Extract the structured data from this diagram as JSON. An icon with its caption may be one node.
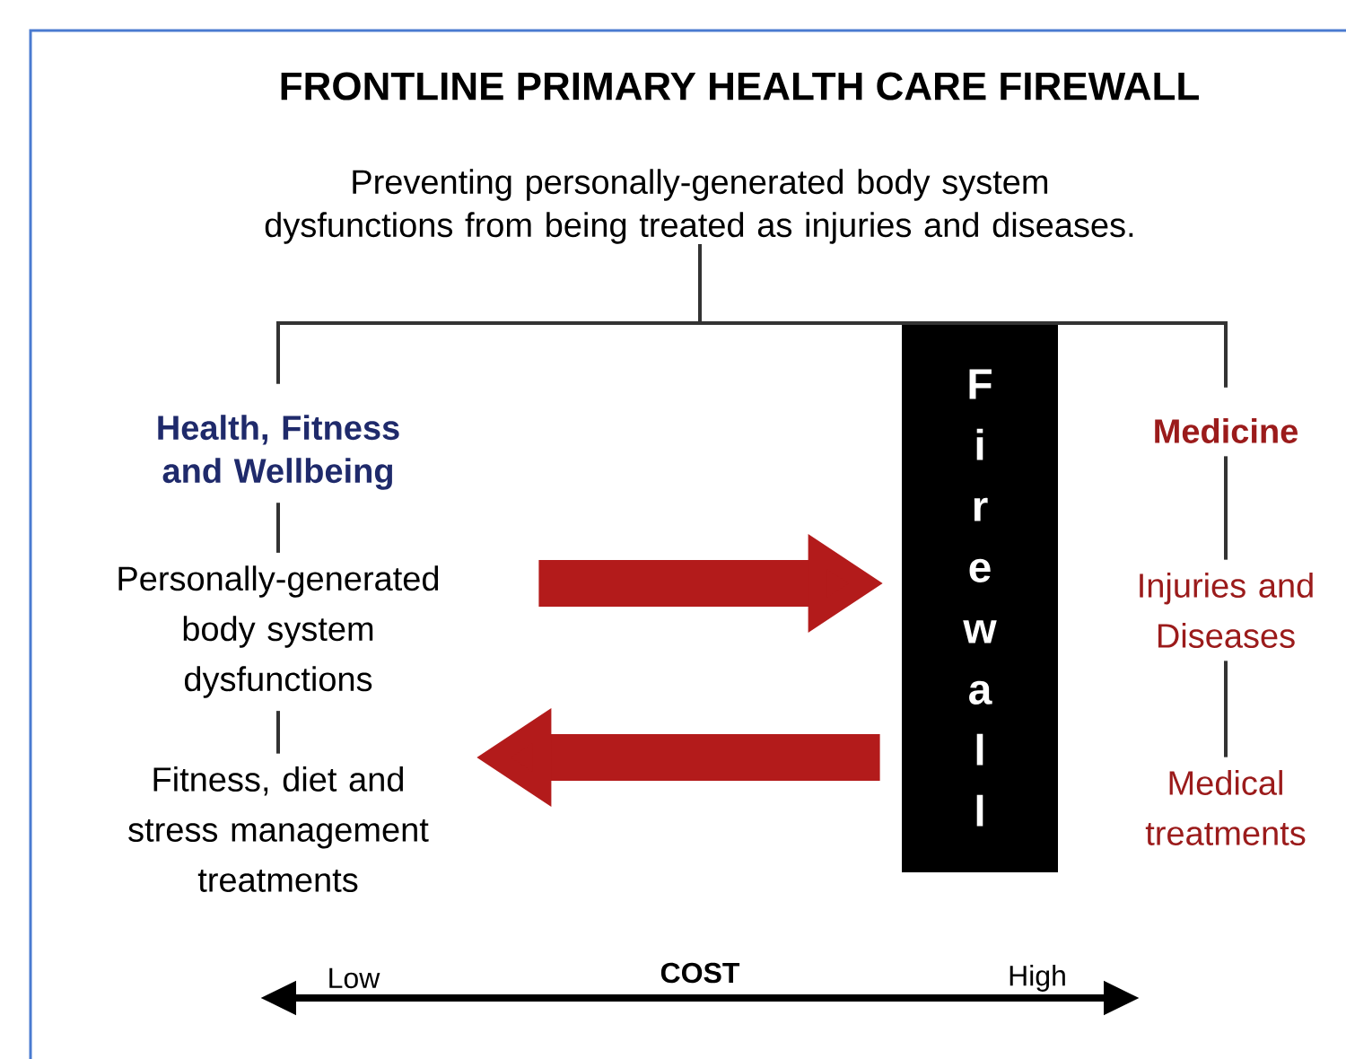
{
  "diagram": {
    "title": "FRONTLINE PRIMARY HEALTH CARE FIREWALL",
    "nodes": [
      {
        "text": [
          "Preventing personally-generated body system dysfunctions from being treated as injuries and diseases."
        ]
      },
      {
        "text": [
          "Health, Fitness and Wellbeing"
        ]
      },
      {
        "text": [
          "Personally-generated body system dysfunctions"
        ]
      },
      {
        "text": [
          "Fitness, diet and stress management treatments"
        ]
      },
      {
        "text": [
          "Firewall"
        ]
      },
      {
        "text": [
          "Medicine"
        ]
      },
      {
        "text": [
          "Injuries and Diseases"
        ]
      },
      {
        "text": [
          "Medical treatments"
        ]
      }
    ],
    "edges": [
      {
        "from": 0,
        "to": 1,
        "arrow": "none"
      },
      {
        "from": 0,
        "to": 5,
        "arrow": "none"
      },
      {
        "from": 1,
        "to": 2,
        "arrow": "none"
      },
      {
        "from": 2,
        "to": 3,
        "arrow": "none"
      },
      {
        "from": 5,
        "to": 6,
        "arrow": "none"
      },
      {
        "from": 6,
        "to": 7,
        "arrow": "none"
      },
      {
        "from": 2,
        "to": 4,
        "arrow": "to",
        "style": "thick",
        "color": "#b31b1b"
      },
      {
        "from": 4,
        "to": 3,
        "arrow": "to",
        "style": "thick",
        "color": "#b31b1b"
      }
    ],
    "labels": [
      "Low",
      "COST",
      "High"
    ]
  }
}
